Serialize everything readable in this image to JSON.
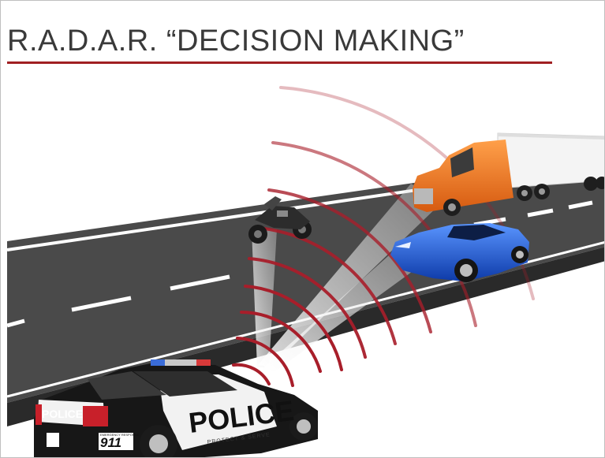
{
  "slide": {
    "title": "R.A.D.A.R. “DECISION MAKING”"
  },
  "police_car": {
    "door_text": "POLICE",
    "door_slogan": "PROTECT & SERVE",
    "rear_text": "POLICE",
    "badge_text": "911",
    "badge_caption": "EMERGENCY RESPONSE"
  },
  "colors": {
    "title_text": "#3a3a3a",
    "title_rule": "#a01f22",
    "radar_wave": "#a81e2a",
    "road": "#4a4a4a",
    "truck_cab": "#f07b23",
    "sports_car": "#1f5fd6"
  },
  "icons": {
    "police_car": "police-car-icon",
    "motorcycle": "motorcycle-icon",
    "sports_car": "sports-car-icon",
    "truck": "truck-icon"
  }
}
